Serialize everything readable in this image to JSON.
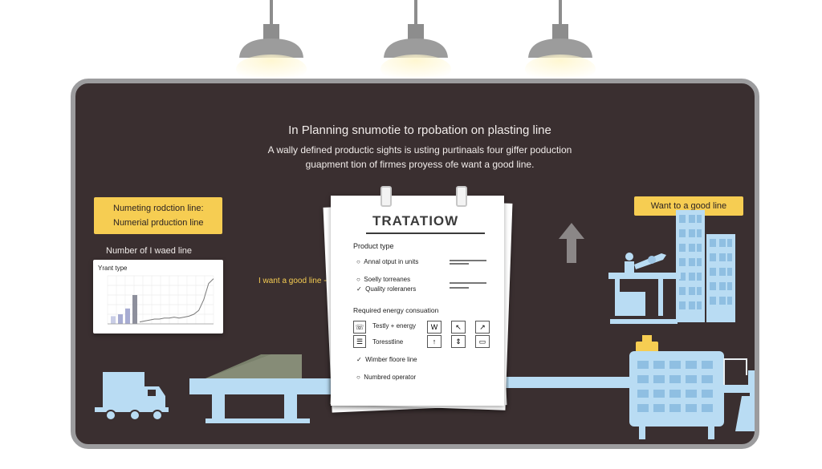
{
  "heading": {
    "title": "In Planning snumotie to rpobation on plasting line",
    "line1": "A wally defined productic sights is usting purtinaals four giffer poduction",
    "line2": "guapment tion of firmes proyess ofe want a good line."
  },
  "left_note": {
    "line1": "Numeting rodction line:",
    "line2": "Numerial prduction line"
  },
  "right_note": "Want to a good line",
  "chart": {
    "caption": "Number of I waed line",
    "inner_title": "Yrant type"
  },
  "chart_data": {
    "type": "bar",
    "title": "Yrant type",
    "bars": [
      8,
      10,
      16,
      30
    ],
    "line": [
      2,
      3,
      4,
      5,
      5,
      6,
      6,
      7,
      6,
      7,
      8,
      10,
      14,
      25,
      42,
      47
    ],
    "ylim": [
      0,
      50
    ]
  },
  "arrow_label": "I want a good line",
  "document": {
    "title": "TRATATIOW",
    "product_type": "Product type",
    "items1": [
      {
        "mark": "○",
        "label": "Annal otput in units"
      },
      {
        "mark": "○",
        "label": "Soelly torreanes"
      },
      {
        "mark": "✓",
        "label": "Quality roleraners"
      }
    ],
    "energy_header": "Required energy consuation",
    "energy_rows": [
      {
        "label": "Testly + energy"
      },
      {
        "label": "Toresstline"
      }
    ],
    "grid_glyphs": [
      "W",
      "↖",
      "↗",
      "↑",
      "⇕",
      "▭"
    ],
    "items2": [
      {
        "mark": "✓",
        "label": "Wimber floore line"
      },
      {
        "mark": "○",
        "label": "Numbred operator"
      }
    ]
  },
  "colors": {
    "board": "#3a2f30",
    "frame": "#9c9c9e",
    "machine": "#b9dcf3",
    "note": "#f6cd52",
    "paper": "#ffffff"
  }
}
